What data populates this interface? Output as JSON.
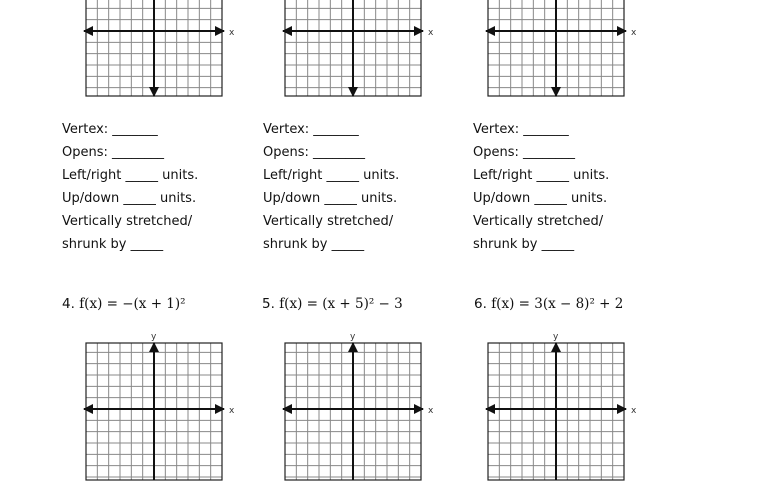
{
  "worksheet": {
    "blank_prompts": [
      {
        "vertex": "Vertex: _______",
        "opens": "Opens: ________",
        "leftright": "Left/right _____ units.",
        "updown": "Up/down _____ units.",
        "stretch1": "Vertically stretched/",
        "stretch2": "shrunk by _____"
      },
      {
        "vertex": "Vertex: _______",
        "opens": "Opens: ________",
        "leftright": "Left/right _____ units.",
        "updown": "Up/down _____ units.",
        "stretch1": "Vertically stretched/",
        "stretch2": "shrunk by _____"
      },
      {
        "vertex": "Vertex: _______",
        "opens": "Opens: ________",
        "leftright": "Left/right _____ units.",
        "updown": "Up/down _____ units.",
        "stretch1": "Vertically stretched/",
        "stretch2": "shrunk by _____"
      }
    ],
    "problems": [
      {
        "number": "4.",
        "function": "f(x) = −(x + 1)²"
      },
      {
        "number": "5.",
        "function": "f(x) = (x + 5)² − 3"
      },
      {
        "number": "6.",
        "function": "f(x) = 3(x − 8)² + 2"
      }
    ],
    "axis_labels": {
      "x": "x",
      "y": "y"
    }
  }
}
